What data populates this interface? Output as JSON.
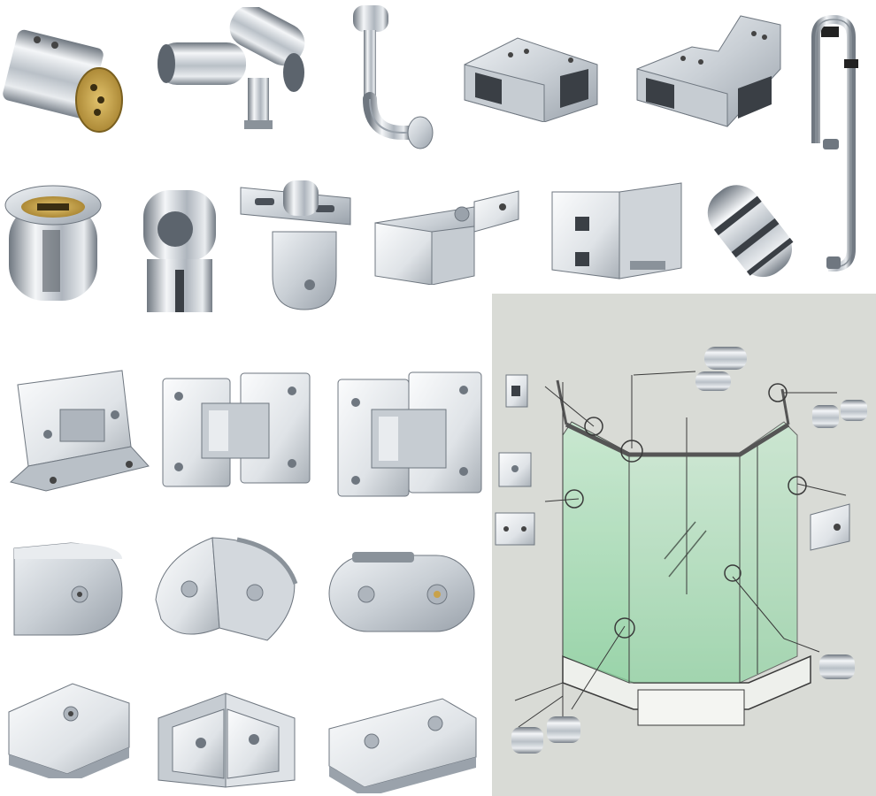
{
  "image": {
    "background": "#ffffff",
    "metal_light": "#f4f6f8",
    "metal_mid": "#b9c0c7",
    "metal_dark": "#6f7780",
    "brass": "#c9a24a",
    "panel_background": "#d9dbd6",
    "glass_tint": "#a8dcb4",
    "line_color": "#3a3a3a"
  },
  "hardware": {
    "row1": [
      "round-tube-connector",
      "90-degree-tube-elbow",
      "wall-support-arm",
      "square-tube-elbow",
      "square-tube-tee",
      "pull-handle"
    ],
    "row2": [
      "round-wall-flange",
      "tube-glass-clamp",
      "wall-bracket-clamp",
      "glass-to-wall-hinge-bracket",
      "135-degree-glass-clamp",
      "round-knob-handle"
    ],
    "row3": [
      "wall-mount-shower-hinge",
      "180-degree-glass-hinge",
      "90-degree-glass-hinge"
    ],
    "row4": [
      "rounded-glass-clamp",
      "90-degree-rounded-clamp",
      "oval-glass-clamp"
    ],
    "row5": [
      "square-glass-clamp",
      "90-degree-square-clamp",
      "rectangular-glass-clamp"
    ]
  },
  "diagram": {
    "name": "shower-enclosure-assembly-diagram"
  }
}
